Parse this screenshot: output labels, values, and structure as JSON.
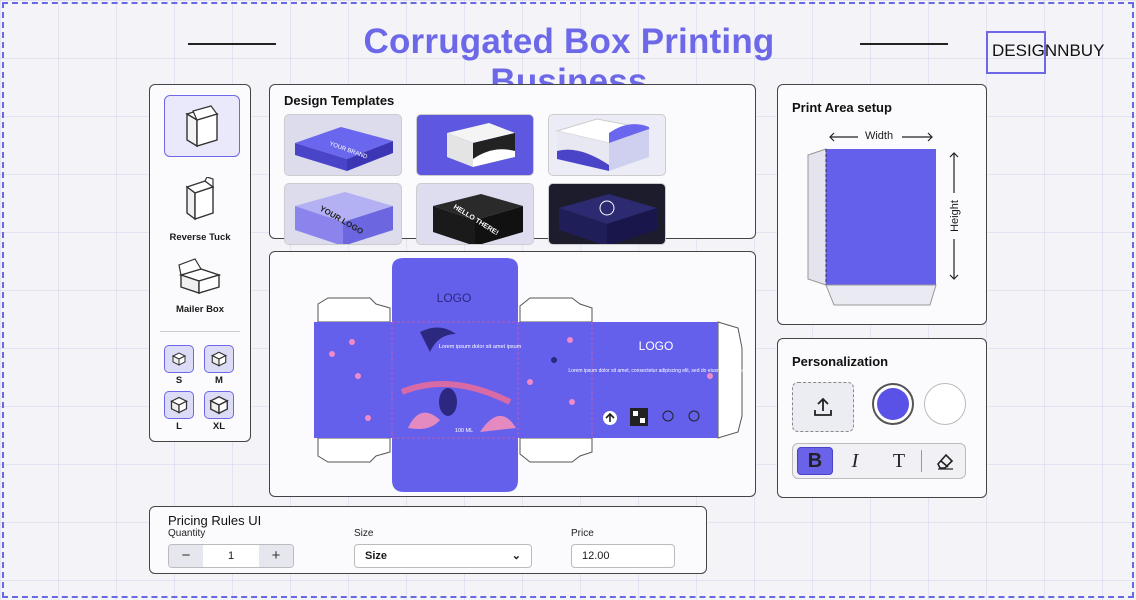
{
  "header": {
    "title": "Corrugated Box Printing Business",
    "brand": "DESIGNNBUY"
  },
  "sidebar": {
    "box_types": [
      {
        "label": ""
      },
      {
        "label": "Reverse Tuck"
      },
      {
        "label": "Mailer Box"
      }
    ],
    "sizes": [
      "S",
      "M",
      "L",
      "XL"
    ]
  },
  "templates": {
    "title": "Design Templates",
    "items": [
      {
        "text": "YOUR BRAND",
        "theme": "blue"
      },
      {
        "text": "",
        "theme": "white-black"
      },
      {
        "text": "",
        "theme": "white-wave"
      },
      {
        "text": "YOUR LOGO",
        "theme": "lavender"
      },
      {
        "text": "HELLO THERE!",
        "theme": "black"
      },
      {
        "text": "",
        "theme": "navy"
      }
    ]
  },
  "dieline": {
    "logo_top": "LOGO",
    "logo_right": "LOGO",
    "lorem_short": "Lorem ipsum dolor sit amet ipsum",
    "lorem_long": "Lorem ipsum dolor sit amet, consectetur adipiscing elit, sed do eiusmod tempor",
    "volume": "100 ML"
  },
  "print_area": {
    "title": "Print Area setup",
    "width_label": "Width",
    "height_label": "Height"
  },
  "personalization": {
    "title": "Personalization",
    "swatches": [
      "#5a52e6",
      "#ffffff"
    ],
    "format_buttons": [
      "B",
      "I",
      "T"
    ]
  },
  "pricing": {
    "title": "Pricing Rules UI",
    "quantity_label": "Quantity",
    "quantity_value": "1",
    "minus": "−",
    "plus": "+",
    "size_label": "Size",
    "size_value": "Size",
    "price_label": "Price",
    "price_value": "12.00"
  },
  "colors": {
    "accent": "#6c68e8",
    "box_blue": "#5e5ae8"
  }
}
